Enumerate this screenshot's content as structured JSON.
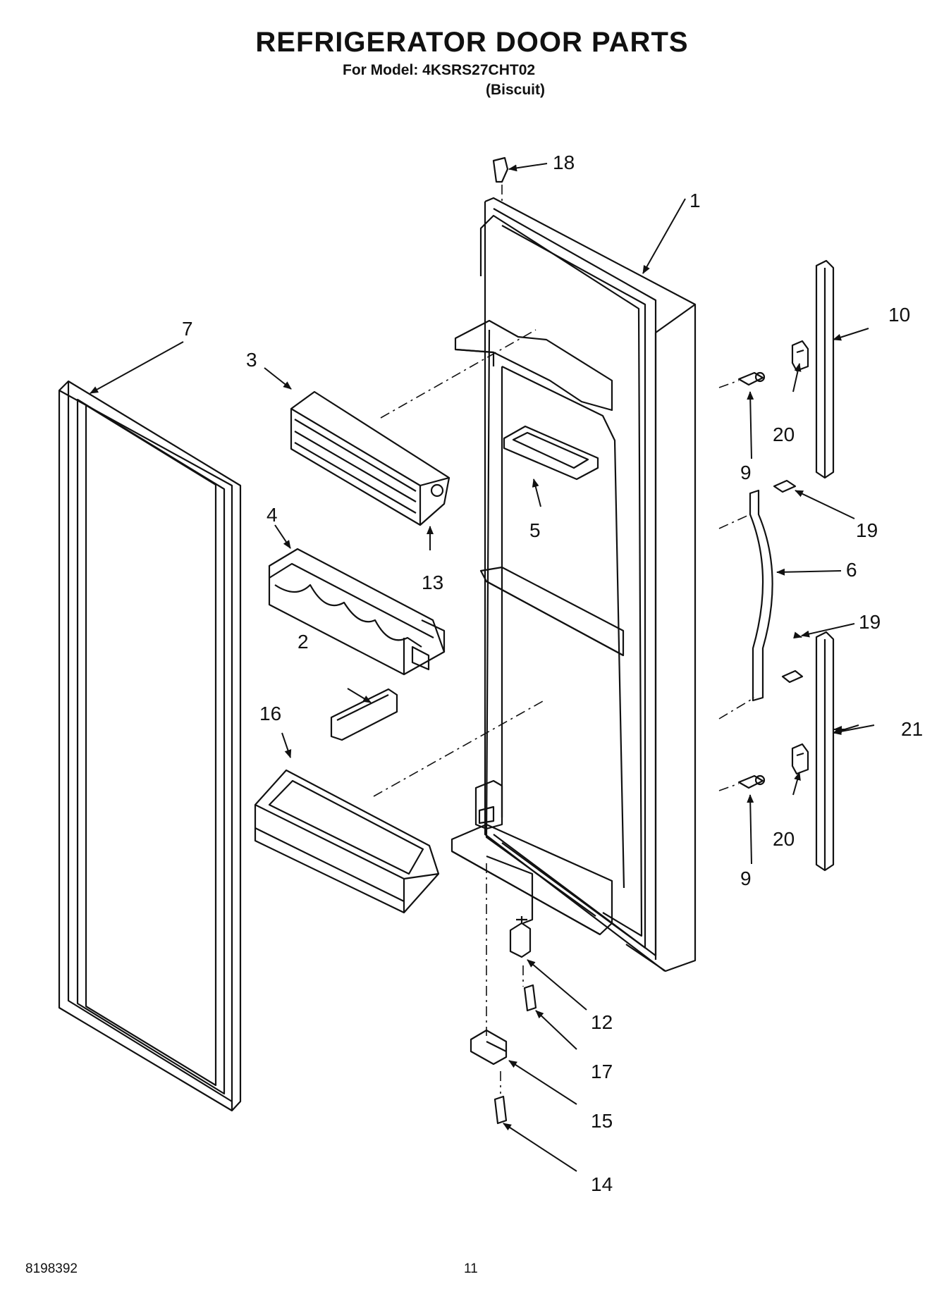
{
  "title": "REFRIGERATOR DOOR PARTS",
  "model_line": "For Model: 4KSRS27CHT02",
  "variant": "(Biscuit)",
  "footer": {
    "doc_number": "8198392",
    "page": "11"
  },
  "callouts": {
    "p1": "1",
    "p2": "2",
    "p3": "3",
    "p4": "4",
    "p5": "5",
    "p6": "6",
    "p7": "7",
    "p9a": "9",
    "p9b": "9",
    "p10": "10",
    "p12": "12",
    "p13": "13",
    "p14": "14",
    "p15": "15",
    "p16": "16",
    "p17": "17",
    "p18": "18",
    "p19a": "19",
    "p19b": "19",
    "p20a": "20",
    "p20b": "20",
    "p21": "21"
  }
}
